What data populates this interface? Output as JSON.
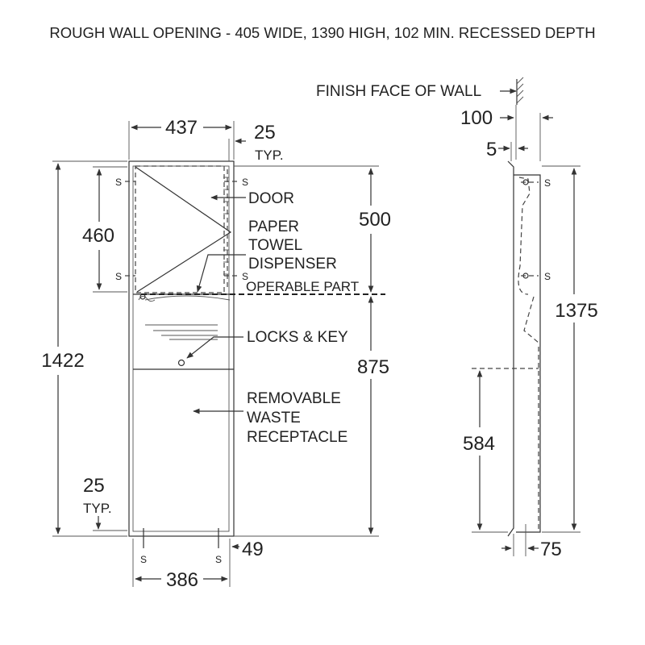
{
  "title": "ROUGH WALL OPENING - 405 WIDE, 1390 HIGH, 102 MIN. RECESSED DEPTH",
  "front": {
    "width_top": "437",
    "trim": "25",
    "trim_typ": "TYP.",
    "door_height": "460",
    "upper_height": "500",
    "lower_height": "875",
    "overall_height": "1422",
    "bottom_trim": "25",
    "bottom_trim_typ": "TYP.",
    "bottom_width": "386",
    "right_offset": "49",
    "screw": "S",
    "callouts": {
      "door": "DOOR",
      "paper": "PAPER",
      "towel": "TOWEL",
      "dispenser": "DISPENSER",
      "operable": "OPERABLE PART",
      "locks": "LOCKS & KEY",
      "removable": "REMOVABLE",
      "waste": "WASTE",
      "receptacle": "RECEPTACLE"
    }
  },
  "side": {
    "finish_face": "FINISH FACE OF WALL",
    "depth": "100",
    "flange": "5",
    "height": "1375",
    "lower": "584",
    "bottom_offset": "75",
    "screw": "S"
  }
}
